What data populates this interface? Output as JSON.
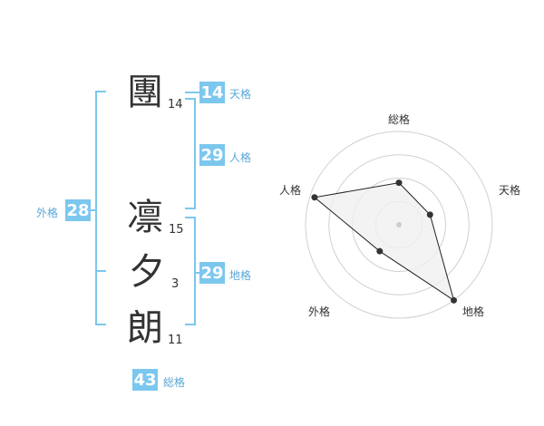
{
  "name": {
    "chars": [
      {
        "char": "團",
        "strokes": "14"
      },
      {
        "char": "凛",
        "strokes": "15"
      },
      {
        "char": "夕",
        "strokes": "3"
      },
      {
        "char": "朗",
        "strokes": "11"
      }
    ]
  },
  "scores": {
    "tenkaku": {
      "value": "14",
      "label": "天格"
    },
    "jinkaku": {
      "value": "29",
      "label": "人格"
    },
    "chikaku": {
      "value": "29",
      "label": "地格"
    },
    "gaikaku": {
      "value": "28",
      "label": "外格"
    },
    "soukaku": {
      "value": "43",
      "label": "総格"
    }
  },
  "chart_data": {
    "type": "radar",
    "axes": [
      "総格",
      "天格",
      "地格",
      "外格",
      "人格"
    ],
    "values": [
      0.45,
      0.35,
      1.0,
      0.35,
      0.95
    ],
    "rings": 4
  },
  "colors": {
    "accent": "#7cc7ee",
    "label": "#5aa7d6",
    "fill": "#f0f0f0"
  }
}
